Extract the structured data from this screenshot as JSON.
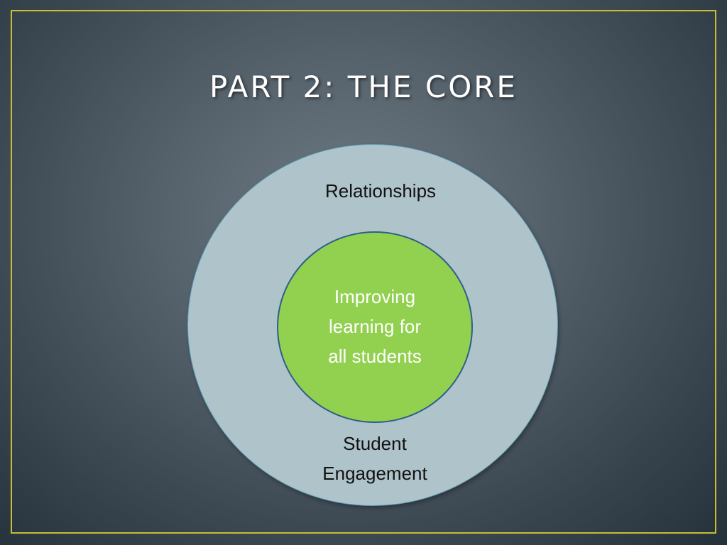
{
  "slide": {
    "title": "PART 2:  THE CORE"
  },
  "diagram": {
    "outer_top_label": "Relationships",
    "inner_label_lines": [
      "Improving",
      "learning for",
      "all students"
    ],
    "outer_bottom_label_lines": [
      "Student",
      "Engagement"
    ]
  },
  "colors": {
    "frame_border": "#c9bf2e",
    "outer_circle": "#afc4ca",
    "inner_circle": "#92d050",
    "inner_circle_border": "#2e5e8a"
  }
}
